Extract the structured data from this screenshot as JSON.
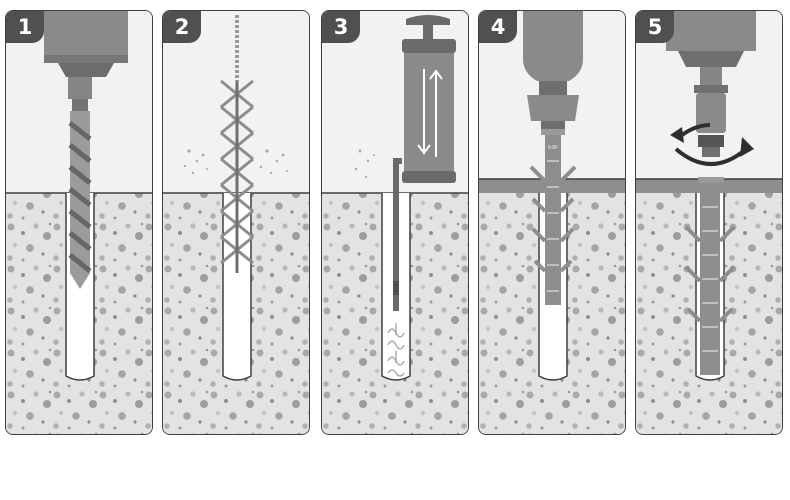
{
  "steps": [
    {
      "number": "1",
      "icon": "drill-icon"
    },
    {
      "number": "2",
      "icon": "brush-icon"
    },
    {
      "number": "3",
      "icon": "blow-pump-icon"
    },
    {
      "number": "4",
      "icon": "hammer-insert-icon"
    },
    {
      "number": "5",
      "icon": "screw-rotate-icon"
    }
  ],
  "plug_marking": "9-8F",
  "colors": {
    "frame": "#3f3f3f",
    "badge": "#505050",
    "sky": "#f2f2f2",
    "concrete": "#e3e3e3",
    "tool": "#8a8a8a",
    "tool_dark": "#6a6a6a",
    "plug": "#8e8e8e"
  }
}
